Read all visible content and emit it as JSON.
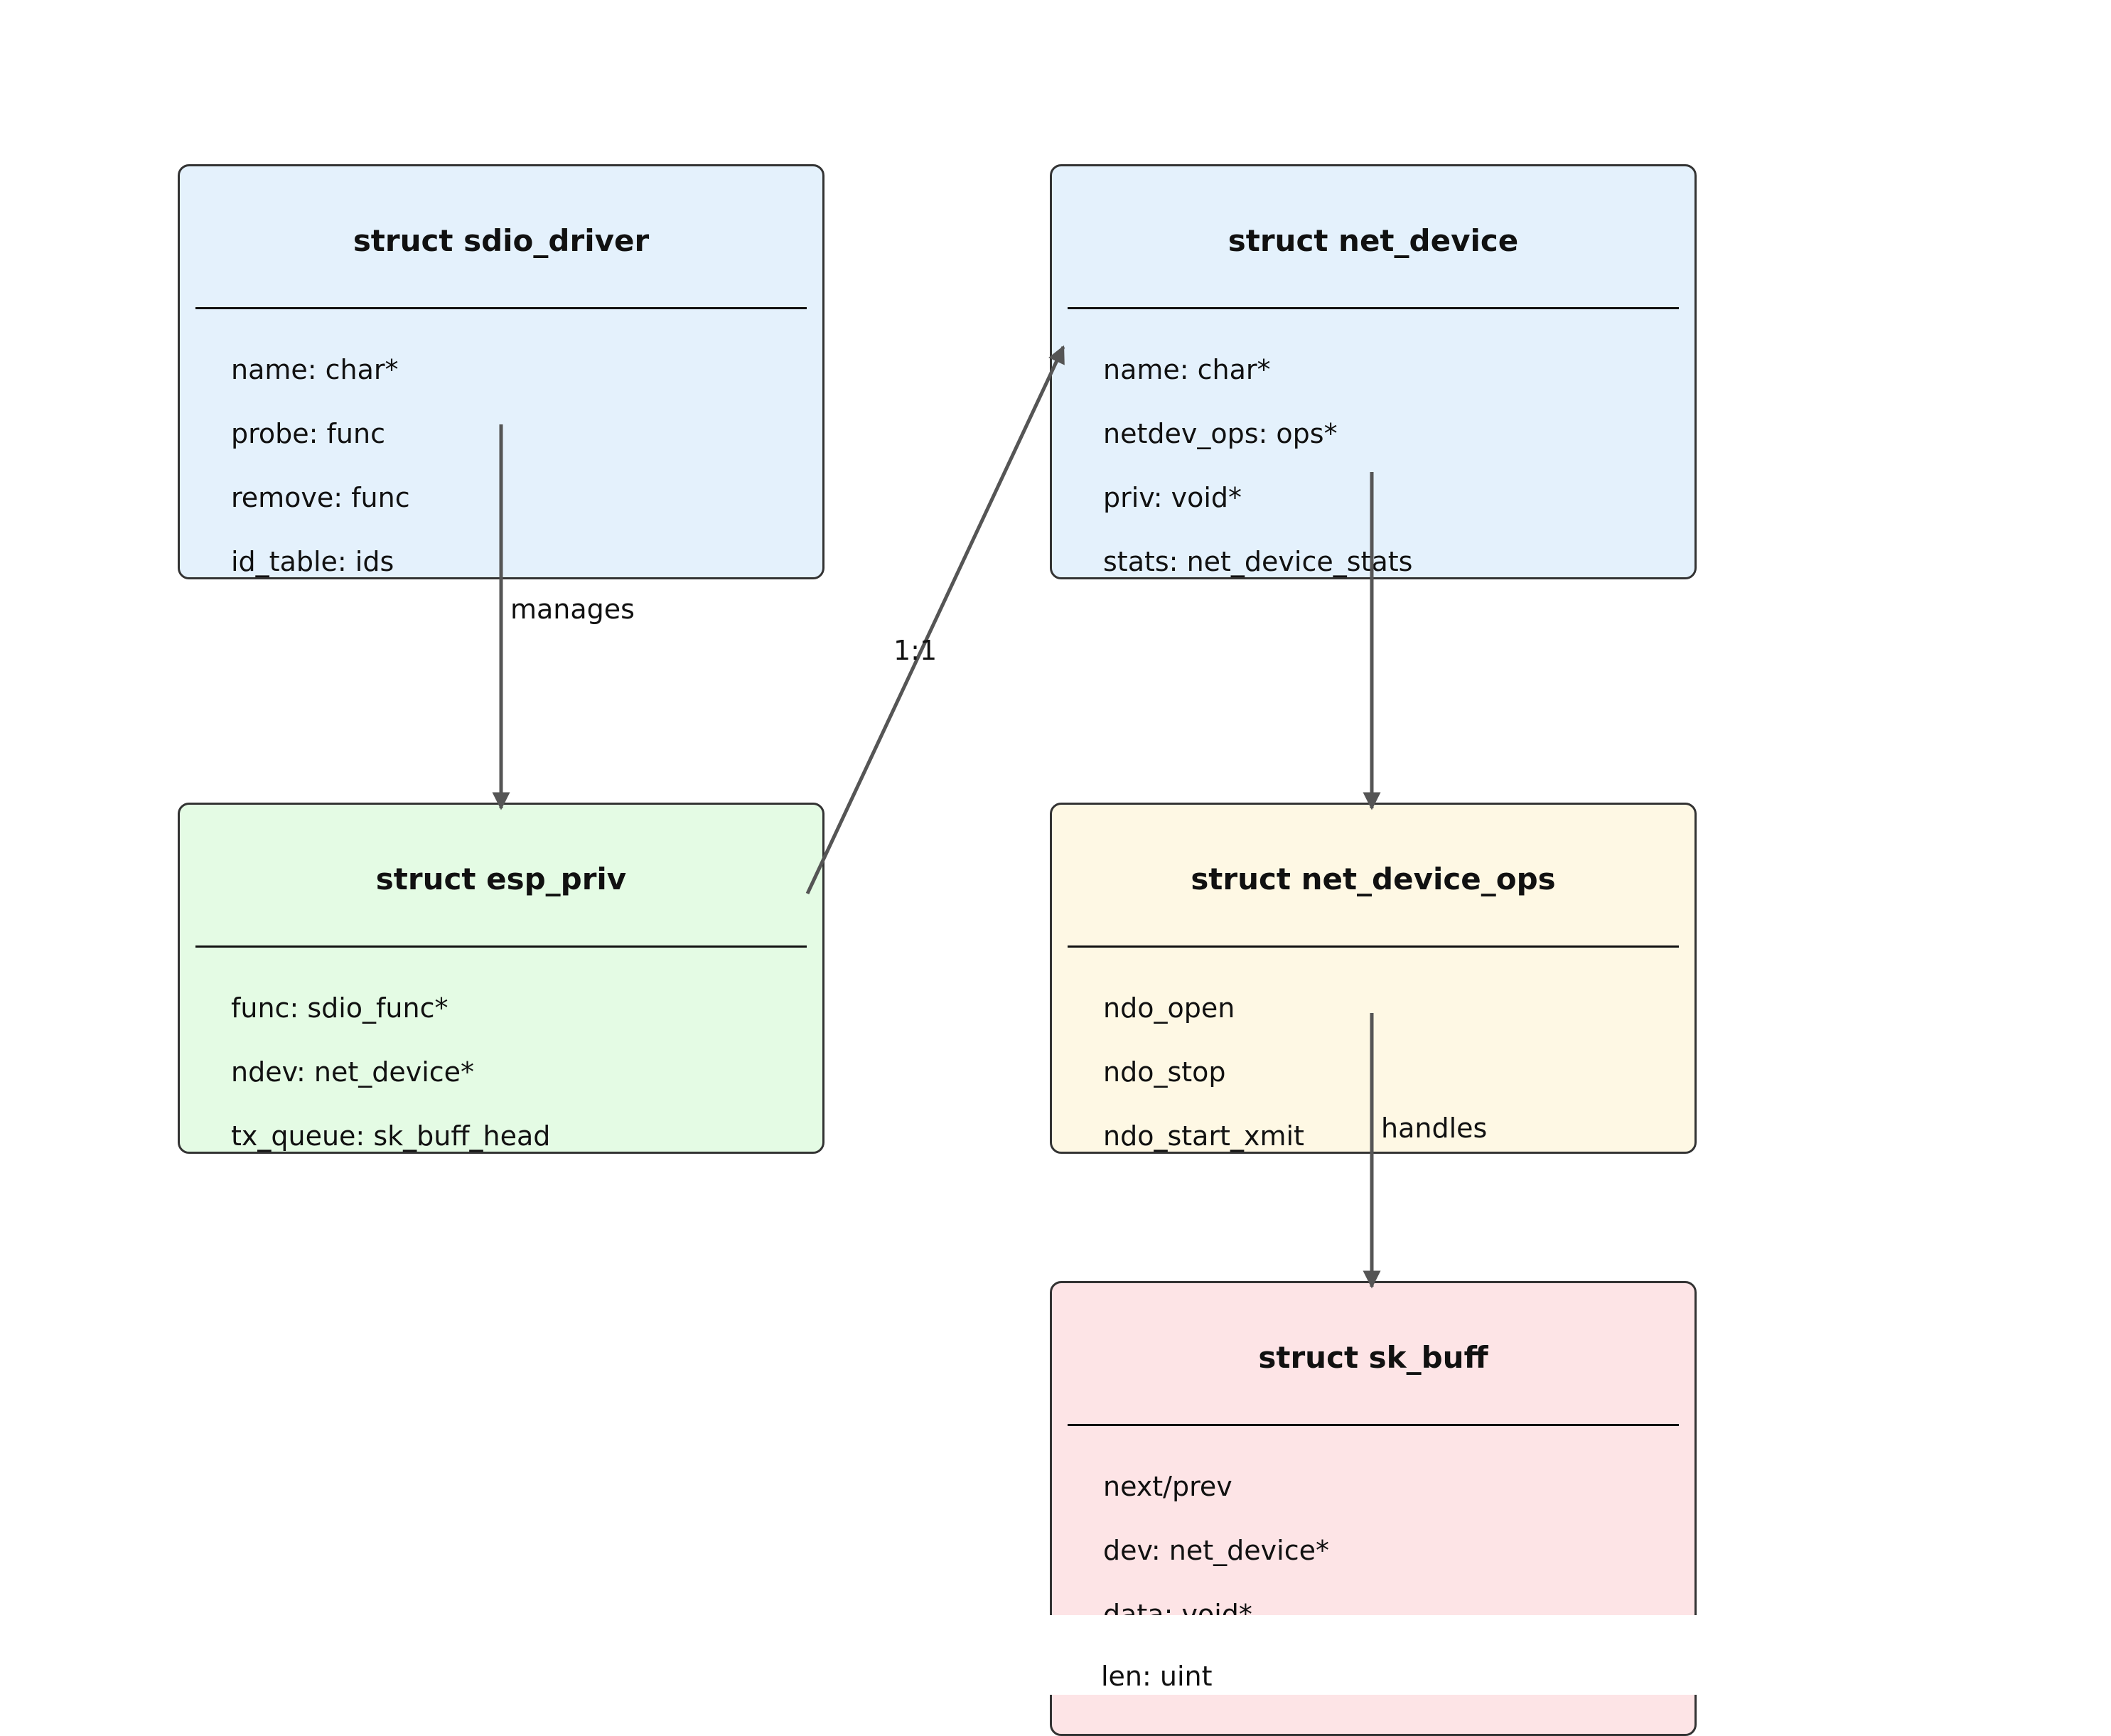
{
  "colors": {
    "blue_fill": "#e4f1fc",
    "green_fill": "#e4fbe4",
    "yellow_fill": "#fef8e4",
    "pink_fill": "#fde4e6",
    "border": "#333333",
    "arrow": "#555555"
  },
  "structs": {
    "sdio_driver": {
      "title": "struct sdio_driver",
      "fields": [
        "name: char*",
        "probe: func",
        "remove: func",
        "id_table: ids"
      ]
    },
    "net_device": {
      "title": "struct net_device",
      "fields": [
        "name: char*",
        "netdev_ops: ops*",
        "priv: void*",
        "stats: net_device_stats"
      ]
    },
    "esp_priv": {
      "title": "struct esp_priv",
      "fields": [
        "func: sdio_func*",
        "ndev: net_device*",
        "tx_queue: sk_buff_head"
      ]
    },
    "net_device_ops": {
      "title": "struct net_device_ops",
      "fields": [
        "ndo_open",
        "ndo_stop",
        "ndo_start_xmit"
      ]
    },
    "sk_buff": {
      "title": "struct sk_buff",
      "fields": [
        "next/prev",
        "dev: net_device*",
        "data: void*",
        "len: uint"
      ]
    }
  },
  "connectors": {
    "manages": "manages",
    "one_to_one": "1:1",
    "handles": "handles"
  }
}
